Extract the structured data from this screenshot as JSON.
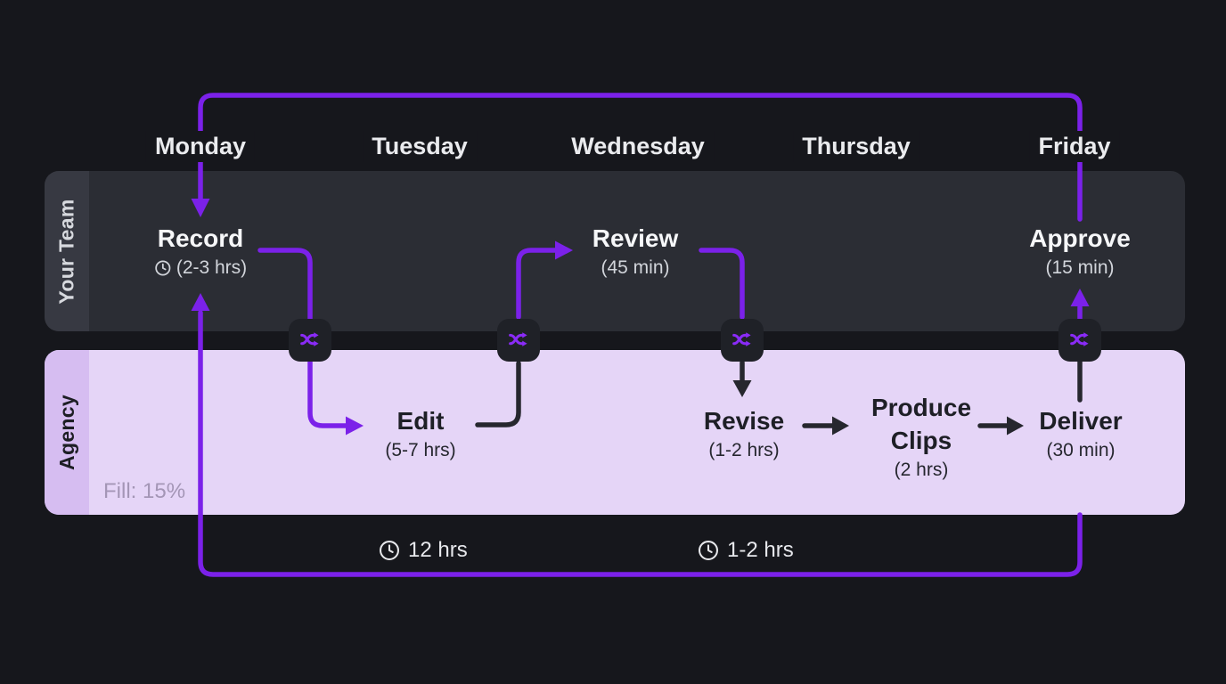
{
  "diagram": {
    "days": [
      "Monday",
      "Tuesday",
      "Wednesday",
      "Thursday",
      "Friday"
    ],
    "lanes": [
      {
        "id": "your-team",
        "label": "Your Team"
      },
      {
        "id": "agency",
        "label": "Agency",
        "fill_note": "Fill: 15%"
      }
    ],
    "nodes": {
      "record": {
        "title": "Record",
        "duration": "(2-3 hrs)",
        "lane": "your-team"
      },
      "review": {
        "title": "Review",
        "duration": "(45 min)",
        "lane": "your-team"
      },
      "approve": {
        "title": "Approve",
        "duration": "(15 min)",
        "lane": "your-team"
      },
      "edit": {
        "title": "Edit",
        "duration": "(5-7 hrs)",
        "lane": "agency"
      },
      "revise": {
        "title": "Revise",
        "duration": "(1-2 hrs)",
        "lane": "agency"
      },
      "produce_clips": {
        "title": "Produce Clips",
        "duration": "(2 hrs)",
        "lane": "agency"
      },
      "deliver": {
        "title": "Deliver",
        "duration": "(30 min)",
        "lane": "agency"
      }
    },
    "handoff_times": [
      {
        "label": "12 hrs"
      },
      {
        "label": "1-2 hrs"
      }
    ],
    "icons": {
      "transition": "shuffle-icon",
      "duration": "clock-icon"
    },
    "colors": {
      "background": "#16171c",
      "team_lane": "#2b2d34",
      "team_lane_band": "#373942",
      "agency_lane": "#e5d5f7",
      "agency_lane_band": "#d6bdf1",
      "accent_purple": "#7b21e9",
      "glyph_purple": "#8a2bf7",
      "dark_connector": "#26272e",
      "icon_box": "#1f2127"
    }
  }
}
